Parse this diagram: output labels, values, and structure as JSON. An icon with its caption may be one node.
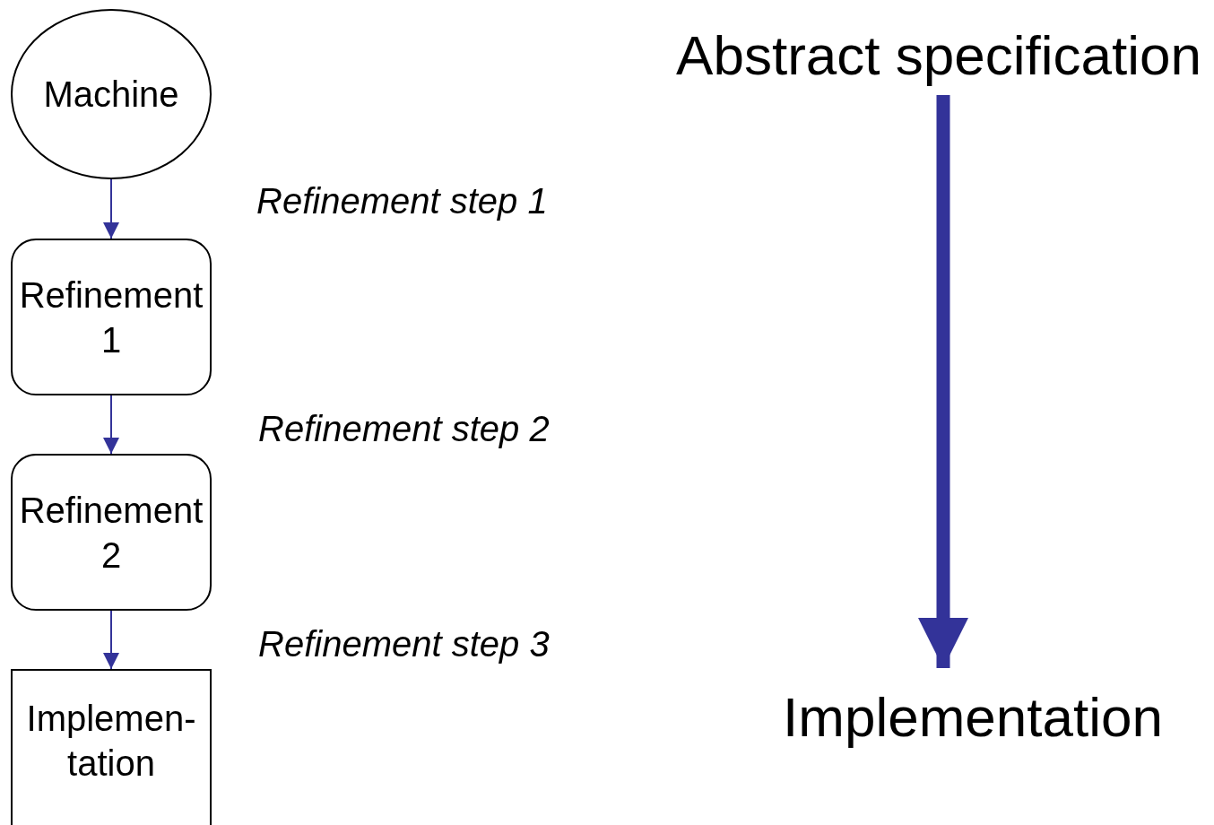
{
  "diagram": {
    "nodes": [
      {
        "text": [
          "Machine"
        ]
      },
      {
        "text": [
          "Refinement 1"
        ]
      },
      {
        "text": [
          "Refinement 2"
        ]
      },
      {
        "text": [
          "Implemen- tation"
        ]
      },
      {
        "text": [
          "Abstract specification"
        ]
      },
      {
        "text": [
          "Implementation"
        ]
      }
    ],
    "edges": [
      {
        "from": 0,
        "to": 1,
        "arrow": "to"
      },
      {
        "from": 1,
        "to": 2,
        "arrow": "to"
      },
      {
        "from": 2,
        "to": 3,
        "arrow": "to"
      },
      {
        "from": 4,
        "to": 5,
        "arrow": "to",
        "style": "thick"
      }
    ],
    "labels": [
      "Refinement step 1",
      "Refinement step 2",
      "Refinement step 3"
    ]
  }
}
